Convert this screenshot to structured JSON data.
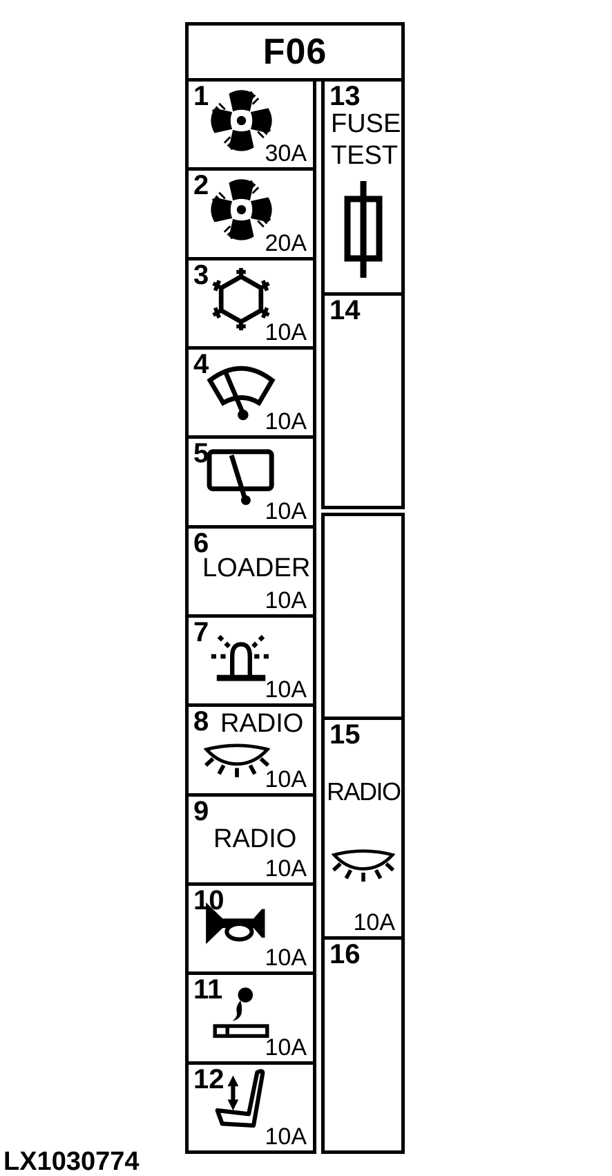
{
  "page": {
    "background_color": "#ffffff",
    "ink_color": "#000000",
    "figure_code": "LX1030774"
  },
  "fuse_panel": {
    "title": "F06",
    "left_fuses": [
      {
        "number": "1",
        "icon": "fan-icon",
        "amperage": "30A"
      },
      {
        "number": "2",
        "icon": "fan-icon",
        "amperage": "20A"
      },
      {
        "number": "3",
        "icon": "air-conditioner-snowflake-icon",
        "amperage": "10A"
      },
      {
        "number": "4",
        "icon": "windshield-wiper-icon",
        "amperage": "10A"
      },
      {
        "number": "5",
        "icon": "rear-wiper-icon",
        "amperage": "10A"
      },
      {
        "number": "6",
        "label": "LOADER",
        "amperage": "10A"
      },
      {
        "number": "7",
        "icon": "rotating-beacon-icon",
        "amperage": "10A"
      },
      {
        "number": "8",
        "label": "RADIO",
        "icon": "panel-illumination-icon",
        "amperage": "10A"
      },
      {
        "number": "9",
        "label": "RADIO",
        "amperage": "10A"
      },
      {
        "number": "10",
        "icon": "horn-icon",
        "amperage": "10A"
      },
      {
        "number": "11",
        "icon": "cigarette-lighter-icon",
        "amperage": "10A"
      },
      {
        "number": "12",
        "icon": "seat-adjustment-icon",
        "amperage": "10A"
      }
    ],
    "right_fuses": [
      {
        "number": "13",
        "label_line1": "FUSE",
        "label_line2": "TEST",
        "icon": "fuse-test-icon"
      },
      {
        "number": "14"
      },
      {},
      {
        "number": "15",
        "label": "RADIO",
        "icon": "panel-illumination-icon",
        "amperage": "10A"
      },
      {
        "number": "16"
      }
    ]
  }
}
